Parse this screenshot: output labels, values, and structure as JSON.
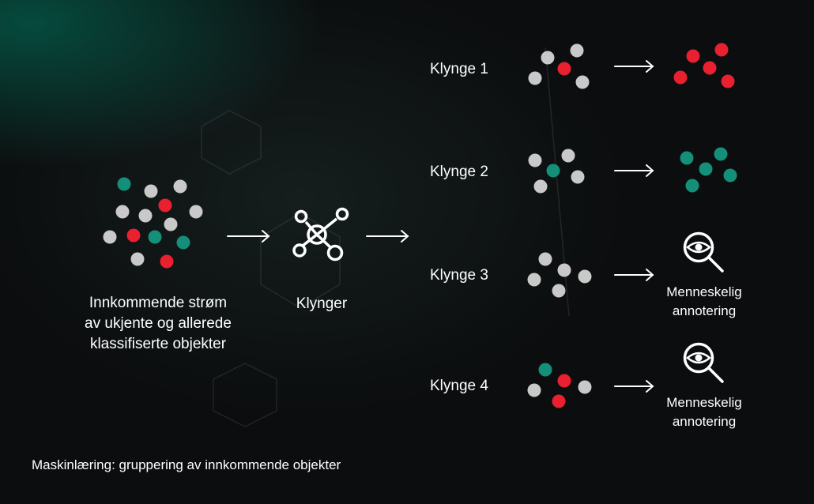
{
  "colors": {
    "red": "#e8202f",
    "teal": "#14907a",
    "gray": "#c9c9c9",
    "line": "#ffffff"
  },
  "icons": {
    "cluster": "network-nodes-icon",
    "review": "magnifier-eye-icon",
    "arrow": "arrow-right-icon"
  },
  "source": {
    "lines": [
      "Innkommende strøm",
      "av ukjente og allerede",
      "klassifiserte objekter"
    ]
  },
  "hub": {
    "label": "Klynger"
  },
  "clusters": [
    {
      "label": "Klynge 1",
      "result": "recolor",
      "result_color": "red"
    },
    {
      "label": "Klynge 2",
      "result": "recolor",
      "result_color": "teal"
    },
    {
      "label": "Klynge 3",
      "result": "review",
      "result_lines": [
        "Menneskelig",
        "annotering"
      ]
    },
    {
      "label": "Klynge 4",
      "result": "review",
      "result_lines": [
        "Menneskelig",
        "annotering"
      ]
    }
  ],
  "caption": "Maskinlæring: gruppering av innkommende objekter"
}
